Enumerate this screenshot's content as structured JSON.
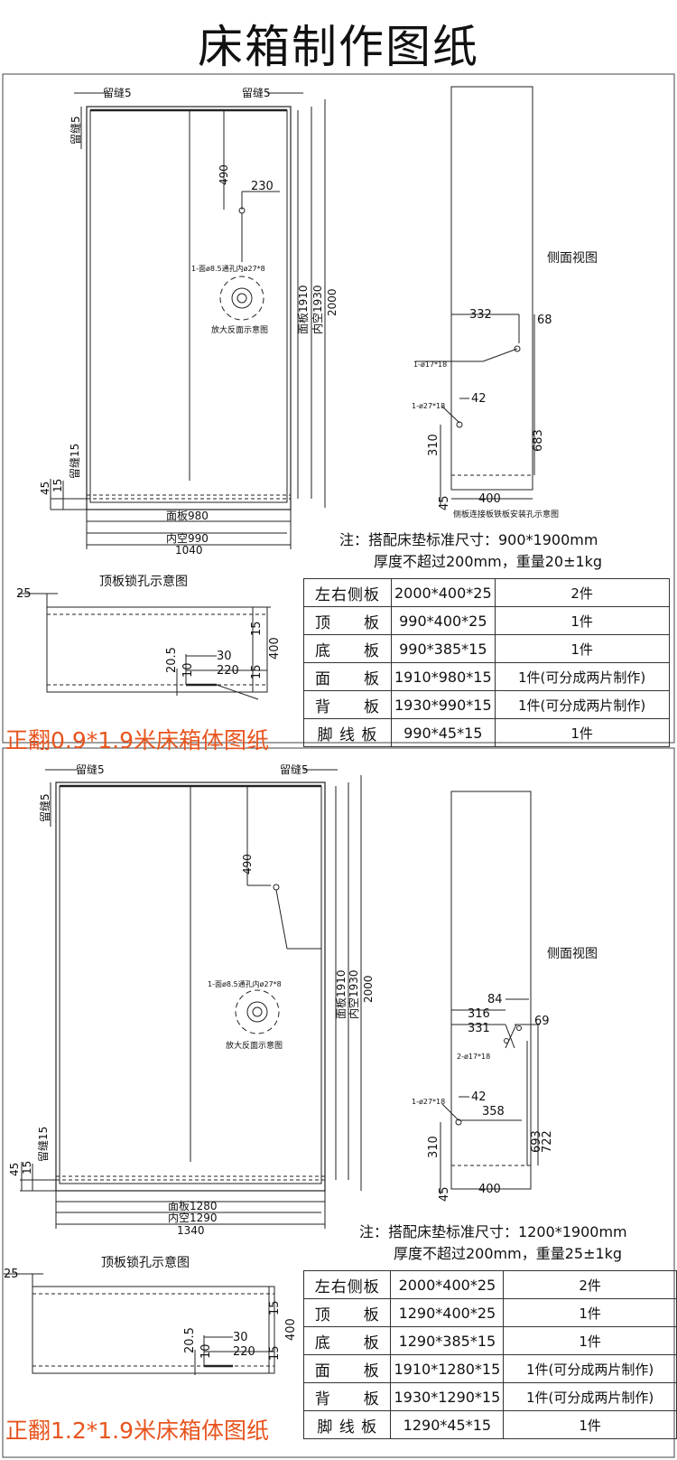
{
  "title": "床箱制作图纸",
  "drawing1": {
    "gap_top_left": "留缝5",
    "gap_top_right": "留缝5",
    "gap_left": "留缝5",
    "gap_bottom": "留缝15",
    "dim_490": "490",
    "dim_230": "230",
    "hole_label": "1-面ø8.5通孔内ø27*8",
    "enlarge_label": "放大反面示意图",
    "dim_panel_h": "面板1910",
    "dim_inner_h": "内空1930",
    "dim_total_h": "2000",
    "dim_45": "45",
    "dim_15": "15",
    "dim_panel_w": "面板980",
    "dim_inner_w": "内空990",
    "dim_total_w": "1040",
    "side_view": "侧面视图",
    "dim_332": "332",
    "dim_68": "68",
    "hole_17": "1-ø17*18",
    "hole_27": "1-ø27*18",
    "dim_42": "42",
    "dim_310": "310",
    "dim_683": "683",
    "dim_400": "400",
    "dim_s45": "45",
    "side_caption": "侧板连接板铁板安装孔示意图",
    "note1": "注：搭配床垫标准尺寸：900*1900mm",
    "note2": "厚度不超过200mm，重量20±1kg",
    "top_lock": "顶板锁孔示意图",
    "t_25": "25",
    "t_15a": "15",
    "t_400": "400",
    "t_15b": "15",
    "t_205": "20.5",
    "t_10": "10",
    "t_30": "30",
    "t_220": "220",
    "red_label": "正翻0.9*1.9米床箱体图纸",
    "table": [
      [
        "左右侧板",
        "2000*400*25",
        "2件"
      ],
      [
        "顶　　板",
        "990*400*25",
        "1件"
      ],
      [
        "底　　板",
        "990*385*15",
        "1件"
      ],
      [
        "面　　板",
        "1910*980*15",
        "1件(可分成两片制作)"
      ],
      [
        "背　　板",
        "1930*990*15",
        "1件(可分成两片制作)"
      ],
      [
        "脚 线 板",
        "990*45*15",
        "1件"
      ]
    ]
  },
  "drawing2": {
    "gap_top_left": "留缝5",
    "gap_top_right": "留缝5",
    "gap_left": "留缝5",
    "gap_bottom": "留缝15",
    "dim_490": "490",
    "hole_label": "1-面ø8.5通孔内ø27*8",
    "enlarge_label": "放大反面示意图",
    "dim_panel_h": "面板1910",
    "dim_inner_h": "内空1930",
    "dim_total_h": "2000",
    "dim_45": "45",
    "dim_15": "15",
    "dim_panel_w": "面板1280",
    "dim_inner_w": "内空1290",
    "dim_total_w": "1340",
    "side_view": "侧面视图",
    "dim_84": "84",
    "dim_316": "316",
    "dim_331": "331",
    "dim_69": "69",
    "hole_17": "2-ø17*18",
    "hole_27": "1-ø27*18",
    "dim_42": "42",
    "dim_358": "358",
    "dim_310": "310",
    "dim_693": "693",
    "dim_722": "722",
    "dim_400": "400",
    "dim_s45": "45",
    "note1": "注：搭配床垫标准尺寸：1200*1900mm",
    "note2": "厚度不超过200mm，重量25±1kg",
    "top_lock": "顶板锁孔示意图",
    "t_25": "25",
    "t_15a": "15",
    "t_400": "400",
    "t_15b": "15",
    "t_205": "20.5",
    "t_10": "10",
    "t_30": "30",
    "t_220": "220",
    "red_label": "正翻1.2*1.9米床箱体图纸",
    "table": [
      [
        "左右侧板",
        "2000*400*25",
        "2件"
      ],
      [
        "顶　　板",
        "1290*400*25",
        "1件"
      ],
      [
        "底　　板",
        "1290*385*15",
        "1件"
      ],
      [
        "面　　板",
        "1910*1280*15",
        "1件(可分成两片制作)"
      ],
      [
        "背　　板",
        "1930*1290*15",
        "1件(可分成两片制作)"
      ],
      [
        "脚 线 板",
        "1290*45*15",
        "1件"
      ]
    ]
  }
}
